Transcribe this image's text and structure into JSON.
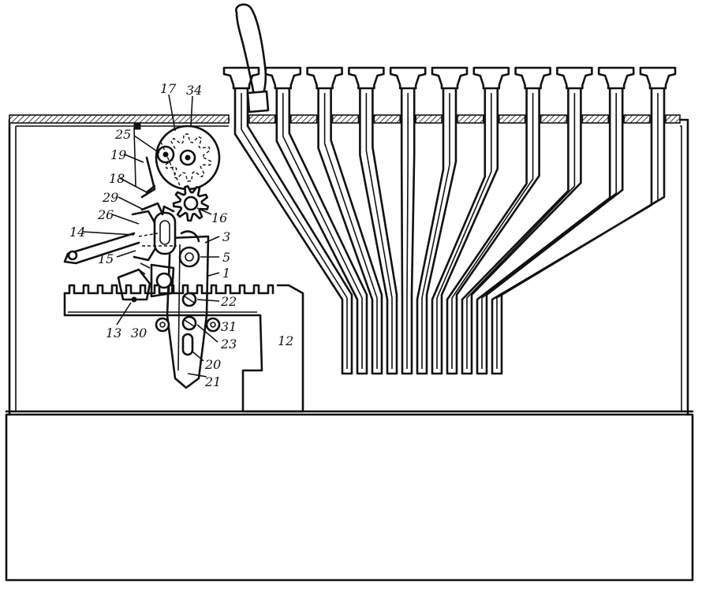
{
  "figure": {
    "labels": {
      "l1": "1",
      "l3": "3",
      "l5": "5",
      "l12": "12",
      "l13": "13",
      "l14": "14",
      "l15": "15",
      "l16": "16",
      "l17": "17",
      "l18": "18",
      "l19": "19",
      "l20": "20",
      "l21": "21",
      "l22": "22",
      "l23": "23",
      "l25": "25",
      "l26": "26",
      "l29": "29",
      "l30": "30",
      "l31": "31",
      "l34": "34"
    },
    "key_count": 11
  }
}
